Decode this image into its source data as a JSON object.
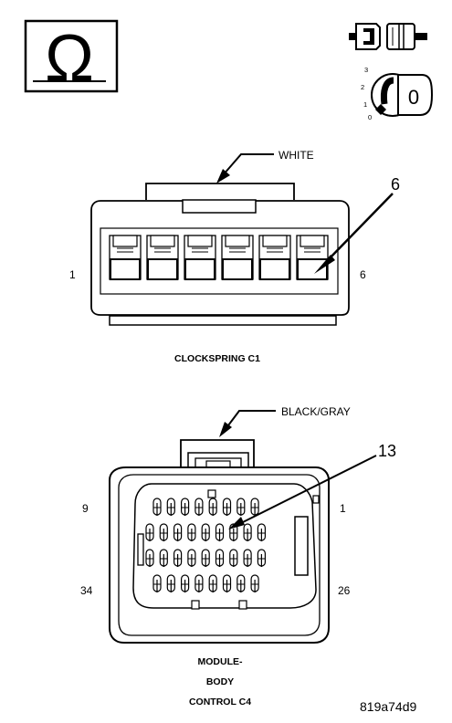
{
  "meter": {
    "symbol": "Ω"
  },
  "ignition": {
    "positions": [
      "3",
      "2",
      "1",
      "0"
    ],
    "key_label": "0"
  },
  "c1": {
    "color_label": "WHITE",
    "callout": "6",
    "pin_left": "1",
    "pin_right": "6",
    "caption": "CLOCKSPRING C1",
    "pin_count": 6
  },
  "c4": {
    "color_label": "BLACK/GRAY",
    "callout": "13",
    "pin_top_left": "9",
    "pin_top_right": "1",
    "pin_bottom_left": "34",
    "pin_bottom_right": "26",
    "caption_line1": "MODULE-",
    "caption_line2": "BODY",
    "caption_line3": "CONTROL C4",
    "rows": [
      8,
      9,
      9,
      8
    ]
  },
  "figure_id": "819a74d9",
  "colors": {
    "ink": "#000000",
    "background": "#ffffff"
  }
}
